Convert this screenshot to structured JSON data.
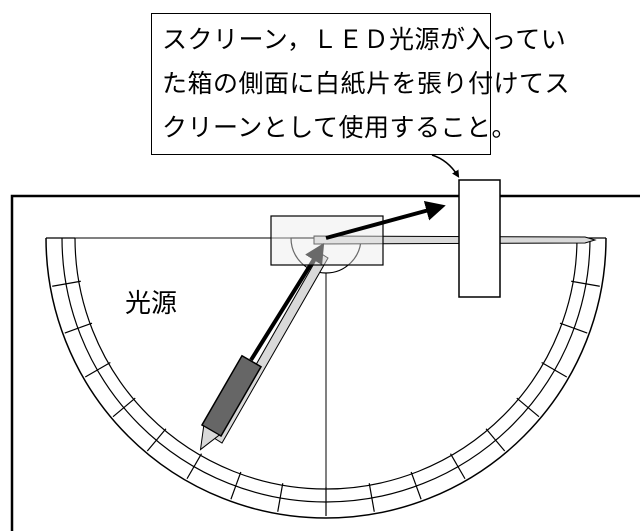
{
  "callout": {
    "lines": [
      "スクリーン，ＬＥＤ光源が入ってい",
      "た箱の側面に白紙片を張り付けてス",
      "クリーンとして使用すること。"
    ]
  },
  "labels": {
    "light_source": "光源"
  },
  "colors": {
    "line": "#000000",
    "led_body": "#666666",
    "beam_fill": "#d9d9d9",
    "background": "#ffffff"
  }
}
